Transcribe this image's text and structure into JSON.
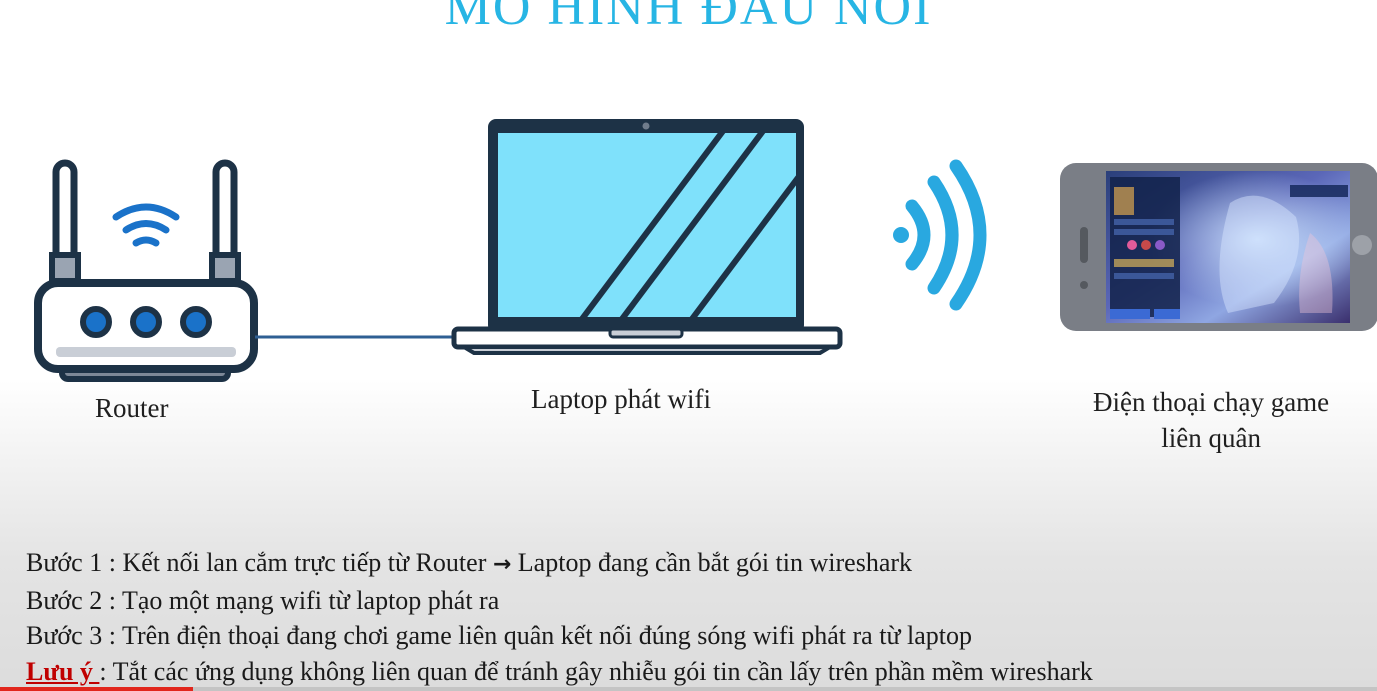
{
  "title": "MÔ HÌNH ĐẤU NỐI",
  "devices": {
    "router": {
      "label": "Router"
    },
    "laptop": {
      "label": "Laptop phát wifi"
    },
    "phone": {
      "label_line1": "Điện thoại chạy game",
      "label_line2": "liên quân"
    }
  },
  "steps": [
    {
      "prefix": "Bước 1 : Kết nối lan cắm trực tiếp từ Router ",
      "arrow": "→",
      "suffix": " Laptop đang cần bắt gói tin wireshark"
    },
    {
      "text": "Bước 2 : Tạo một mạng wifi từ laptop phát ra"
    },
    {
      "text": "Bước 3 : Trên điện thoại đang chơi game liên quân kết nối đúng sóng wifi phát ra từ laptop"
    }
  ],
  "note": {
    "label": "Lưu ý ",
    "text": ": Tắt các ứng dụng không liên quan để tránh gây nhiễu gói tin cần lấy trên phần mềm wireshark"
  },
  "colors": {
    "title": "#27b5e4",
    "accent_blue": "#1a72c9",
    "wifi_blue": "#29a8e0",
    "outline": "#1d3246",
    "screen": "#7fe1fb",
    "note_red": "#c00000"
  },
  "icons": [
    "router-icon",
    "laptop-icon",
    "wifi-signal-icon",
    "smartphone-icon"
  ],
  "video_progress": 0.14
}
